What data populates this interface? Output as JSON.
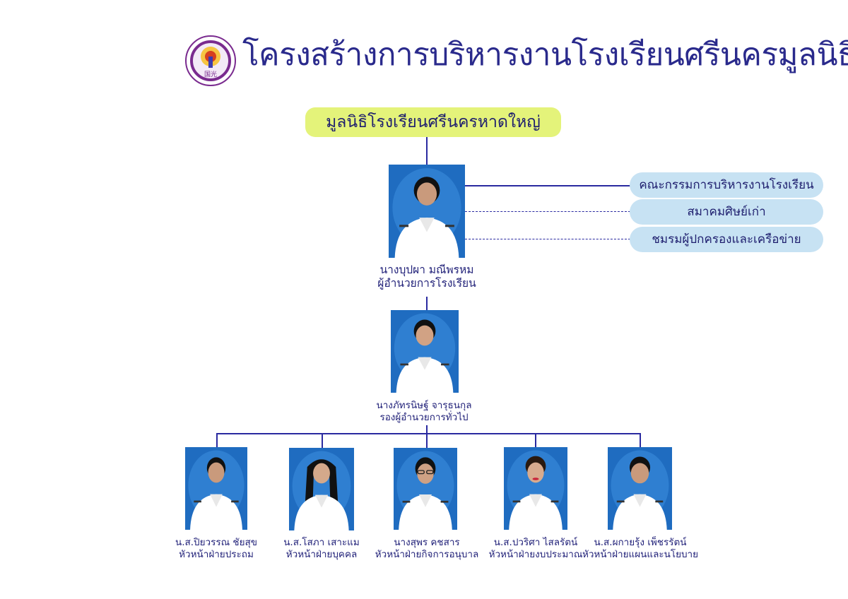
{
  "header": {
    "title": "โครงสร้างการบริหารงานโรงเรียนศรีนครมูลนิธิ",
    "logo_icon": "school-emblem-icon",
    "logo_text": "国光"
  },
  "foundation": {
    "label": "มูลนิธิโรงเรียนศรีนครหาดใหญ่"
  },
  "advisory_groups": [
    {
      "label": "คณะกรรมการบริหารงานโรงเรียน"
    },
    {
      "label": "สมาคมศิษย์เก่า"
    },
    {
      "label": "ชมรมผู้ปกครองและเครือข่าย"
    }
  ],
  "director": {
    "name": "นางบุปผา มณีพรหม",
    "position": "ผู้อำนวยการโรงเรียน"
  },
  "deputy": {
    "name": "นางภัทรนิษฐ์ จารุธนกุล",
    "position": "รองผู้อำนวยการทั่วไป"
  },
  "department_heads": [
    {
      "name": "น.ส.ปิยวรรณ ชัยสุข",
      "position": "หัวหน้าฝ่ายประถม"
    },
    {
      "name": "น.ส.โสภา เสาะแม",
      "position": "หัวหน้าฝ่ายบุคคล"
    },
    {
      "name": "นางสุพร  คชสาร",
      "position": "หัวหน้าฝ่ายกิจการอนุบาล"
    },
    {
      "name": "น.ส.ปวริศา ไสลรัตน์",
      "position": "หัวหน้าฝ่ายงบประมาณ"
    },
    {
      "name": "น.ส.ผกายรุ้ง เพ็ชรรัตน์",
      "position": "หัวหน้าฝ่ายแผนและนโยบาย"
    }
  ],
  "colors": {
    "title": "#2a2a8c",
    "foundation_fill": "#e4f37a",
    "group_fill": "#c7e2f3",
    "photo_background": "#1e6fc4",
    "connector": "#2a2aa0"
  }
}
